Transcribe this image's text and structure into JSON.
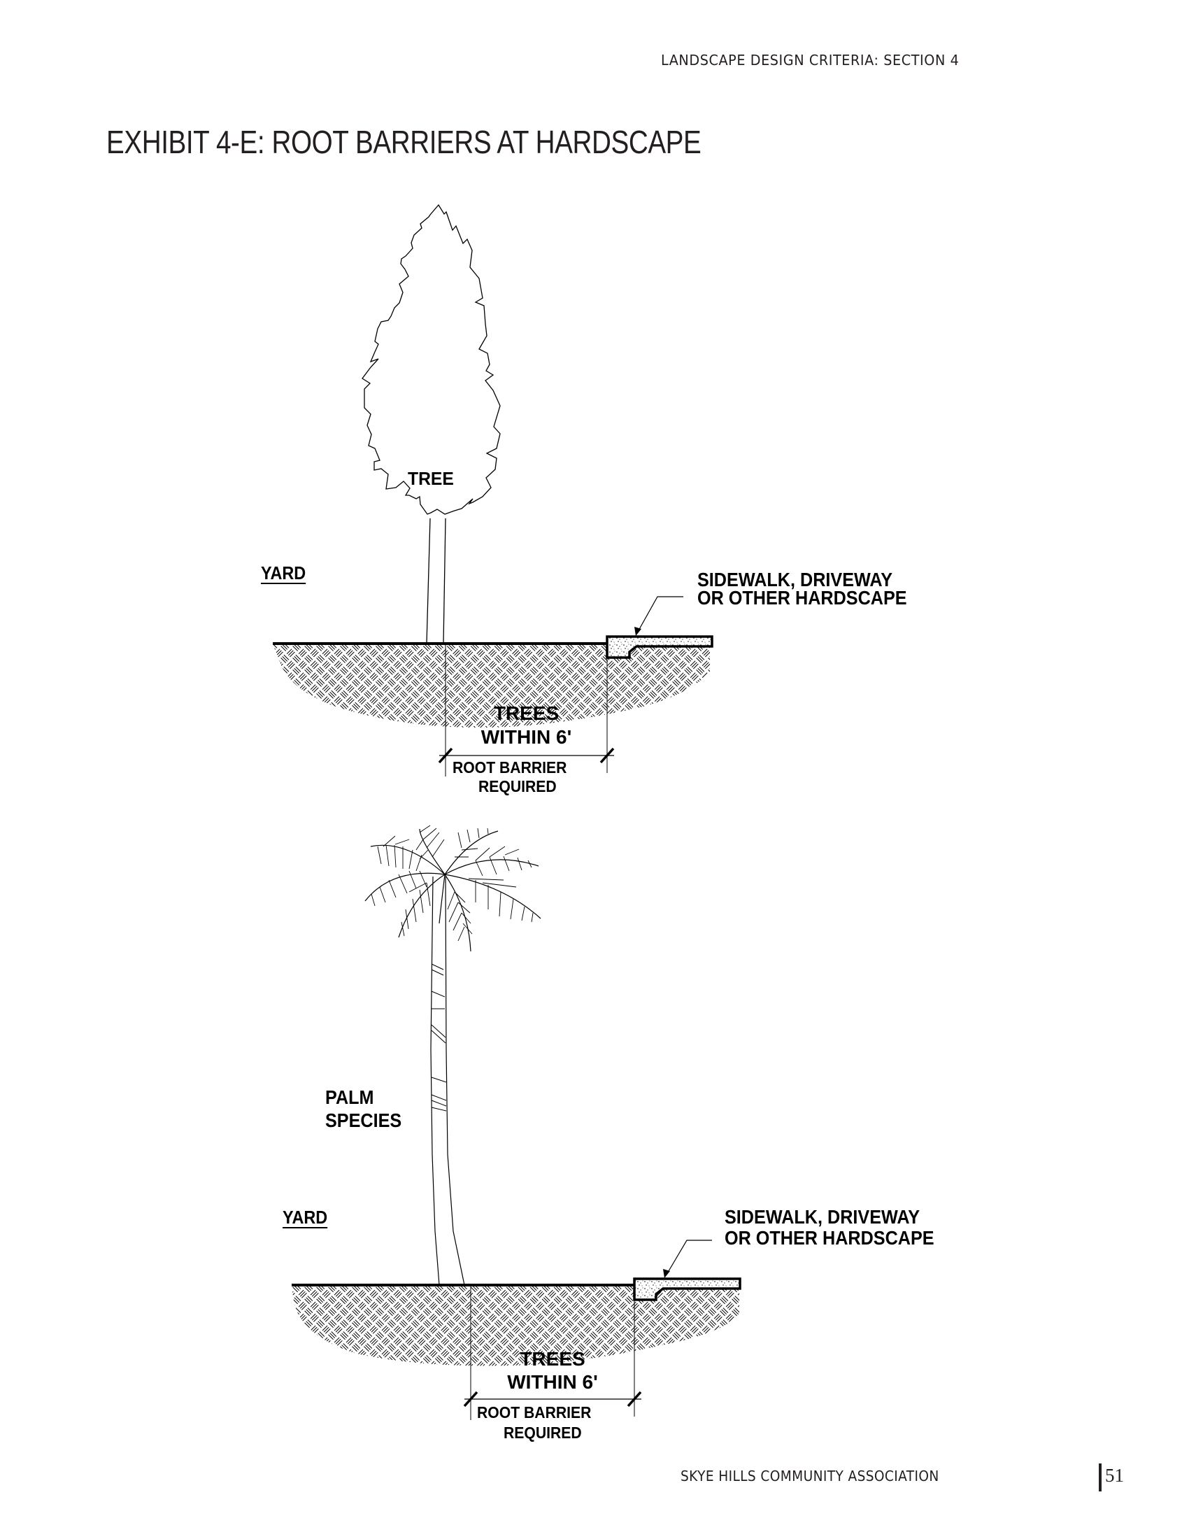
{
  "header": {
    "section_title": "LANDSCAPE DESIGN CRITERIA: SECTION 4"
  },
  "exhibit": {
    "title": "EXHIBIT 4-E: ROOT BARRIERS AT HARDSCAPE"
  },
  "diagram_tree": {
    "plant_label": "TREE",
    "yard_label": "YARD",
    "hardscape_label_line1": "SIDEWALK, DRIVEWAY",
    "hardscape_label_line2": "OR OTHER HARDSCAPE",
    "dimension_label_line1": "TREES",
    "dimension_label_line2": "WITHIN 6'",
    "requirement_line1": "ROOT BARRIER",
    "requirement_line2": "REQUIRED"
  },
  "diagram_palm": {
    "plant_label_line1": "PALM",
    "plant_label_line2": "SPECIES",
    "yard_label": "YARD",
    "hardscape_label_line1": "SIDEWALK, DRIVEWAY",
    "hardscape_label_line2": "OR OTHER HARDSCAPE",
    "dimension_label_line1": "TREES",
    "dimension_label_line2": "WITHIN 6'",
    "requirement_line1": "ROOT BARRIER",
    "requirement_line2": "REQUIRED"
  },
  "footer": {
    "organization": "SKYE HILLS COMMUNITY ASSOCIATION",
    "page_number": "51"
  },
  "colors": {
    "text": "#231f20",
    "line": "#000000",
    "background": "#ffffff"
  }
}
